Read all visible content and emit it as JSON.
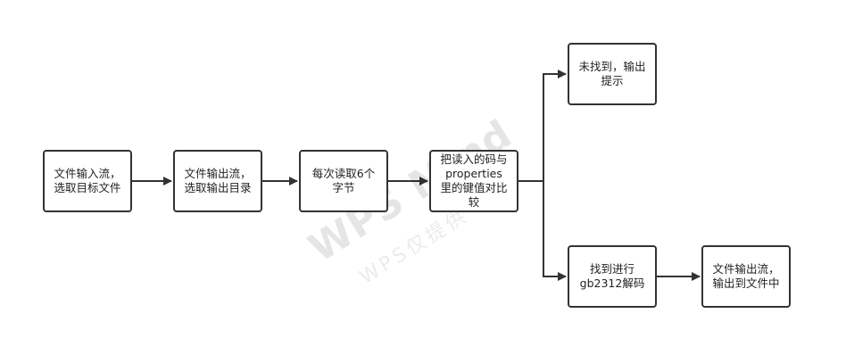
{
  "nodes": {
    "n1": "文件输入流，\n选取目标文件",
    "n2": "文件输出流，\n选取输出目录",
    "n3": "每次读取6个\n字节",
    "n4": "把读入的码与\nproperties\n里的键值对比\n较",
    "n5": "未找到，输出\n提示",
    "n6": "找到进行\ngb2312解码",
    "n7": "文件输出流，\n输出到文件中"
  },
  "watermark": {
    "main": "WPS Mind",
    "sub": "WPS仅提供"
  },
  "colors": {
    "stroke": "#333333",
    "text": "#222222",
    "background": "#ffffff"
  }
}
